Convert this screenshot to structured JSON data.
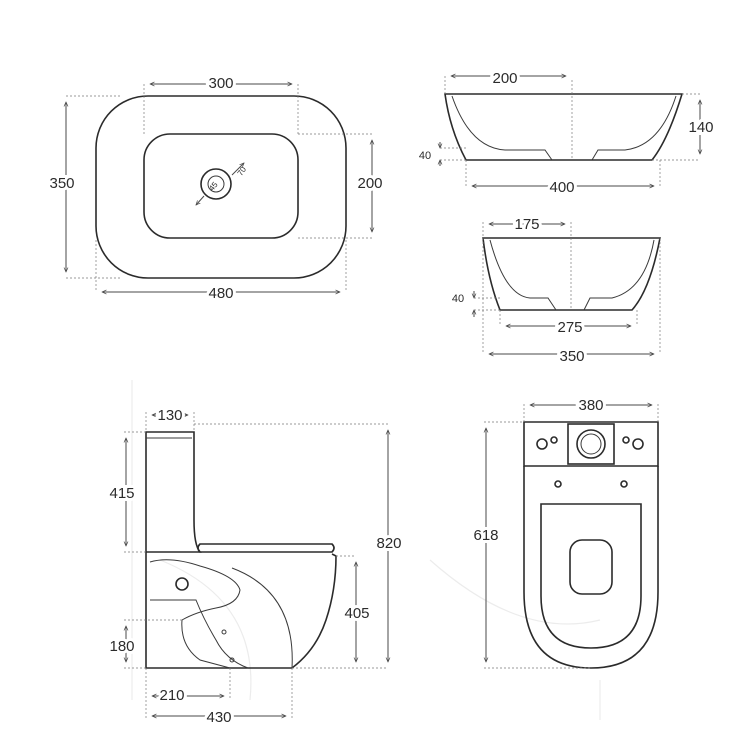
{
  "colors": {
    "line": "#2b2b2b",
    "background": "#ffffff"
  },
  "basin_top_view": {
    "width": "480",
    "depth": "350",
    "bowl_width": "300",
    "bowl_depth": "200",
    "drain_inner": "45",
    "drain_outer": "70"
  },
  "basin_front_view": {
    "top_width": "200",
    "bottom_width": "400",
    "height": "140",
    "base_height": "40"
  },
  "basin_side_view": {
    "top_width": "175",
    "base_width": "275",
    "overall_width": "350",
    "base_height": "40"
  },
  "toilet_side_view": {
    "tank_depth": "130",
    "tank_height": "415",
    "total_height": "820",
    "seat_height": "405",
    "outlet_height": "180",
    "outlet_offset": "210",
    "total_depth": "430"
  },
  "toilet_top_view": {
    "width": "380",
    "length": "618"
  }
}
